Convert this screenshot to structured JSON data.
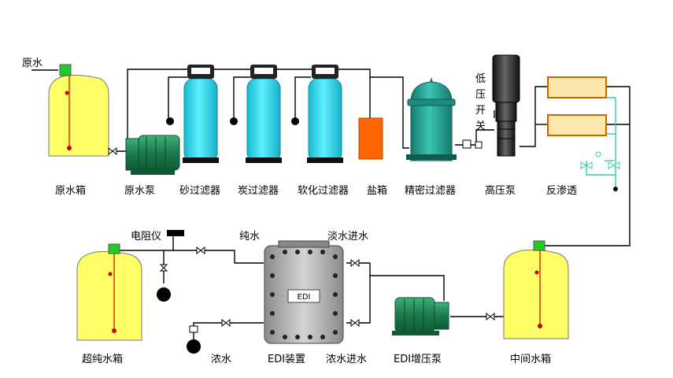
{
  "title": "",
  "labels": {
    "raw_water_in": "原水",
    "raw_tank": "原水箱",
    "raw_pump": "原水泵",
    "sand_filter": "砂过滤器",
    "carbon_filter": "炭过滤器",
    "softener": "软化过滤器",
    "salt_tank": "盐箱",
    "precision_filter": "精密过滤器",
    "low_pressure_switch_chars": [
      "低",
      "压",
      "开",
      "关"
    ],
    "high_pressure_pump": "高压泵",
    "reverse_osmosis": "反渗透",
    "resistivity_meter": "电阻仪",
    "pure_water": "纯水",
    "dilute_inlet_top": "淡水进水",
    "ultrapure_tank": "超纯水箱",
    "concentrate": "浓水",
    "edi_device": "EDI装置",
    "dilute_inlet_bottom": "浓水进水",
    "edi_booster_pump": "EDI增压泵",
    "intermediate_tank": "中间水箱",
    "edi_plate": "EDI"
  },
  "colors": {
    "tank_fill": "#ffff66",
    "tank_float": "#22cc22",
    "filter_fill": "#33e0f0",
    "salt_tank_fill": "#ff6600",
    "precision_fill": "#22aa99",
    "pump_fill": "#1f8a55",
    "hp_pump_fill": "#333333",
    "ro_membrane_fill": "#ffe6aa",
    "ro_membrane_border": "#cc6600",
    "reject_line": "#33ccaa",
    "edi_fill": "#b9b9b9",
    "pipe": "#000000"
  },
  "icons": [
    "float-switch-icon",
    "valve-icon",
    "pressure-gauge-icon",
    "controller-head-icon",
    "check-valve-icon"
  ]
}
